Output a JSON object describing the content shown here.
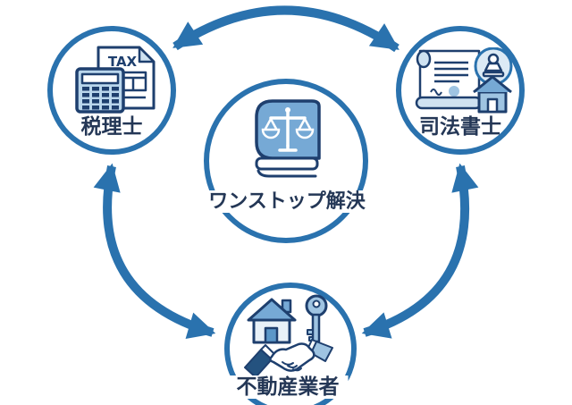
{
  "center_node": {
    "id": "one-stop-solution",
    "label": "ワンストップ解決",
    "icon": "law-book-scales-icon"
  },
  "nodes": [
    {
      "id": "tax-accountant",
      "label": "税理士",
      "icon": "tax-document-calculator-icon",
      "icon_text": "TAX"
    },
    {
      "id": "judicial-scrivener",
      "label": "司法書士",
      "icon": "certificate-seal-house-icon"
    },
    {
      "id": "real-estate-agent",
      "label": "不動産業者",
      "icon": "house-key-handshake-icon"
    }
  ],
  "connections": [
    {
      "from": "tax-accountant",
      "to": "judicial-scrivener",
      "style": "double-headed-arc"
    },
    {
      "from": "tax-accountant",
      "to": "real-estate-agent",
      "style": "double-headed-arc"
    },
    {
      "from": "judicial-scrivener",
      "to": "real-estate-agent",
      "style": "double-headed-arc"
    }
  ],
  "colors": {
    "primary_blue": "#2a72ae",
    "dark_navy": "#243756",
    "icon_outline": "#1e3f6e",
    "light_blue": "#cfe2f1",
    "mid_blue": "#76a9d5",
    "pale_blue": "#9fc4e2",
    "sleeve_navy": "#24527f",
    "background": "#ffffff"
  }
}
